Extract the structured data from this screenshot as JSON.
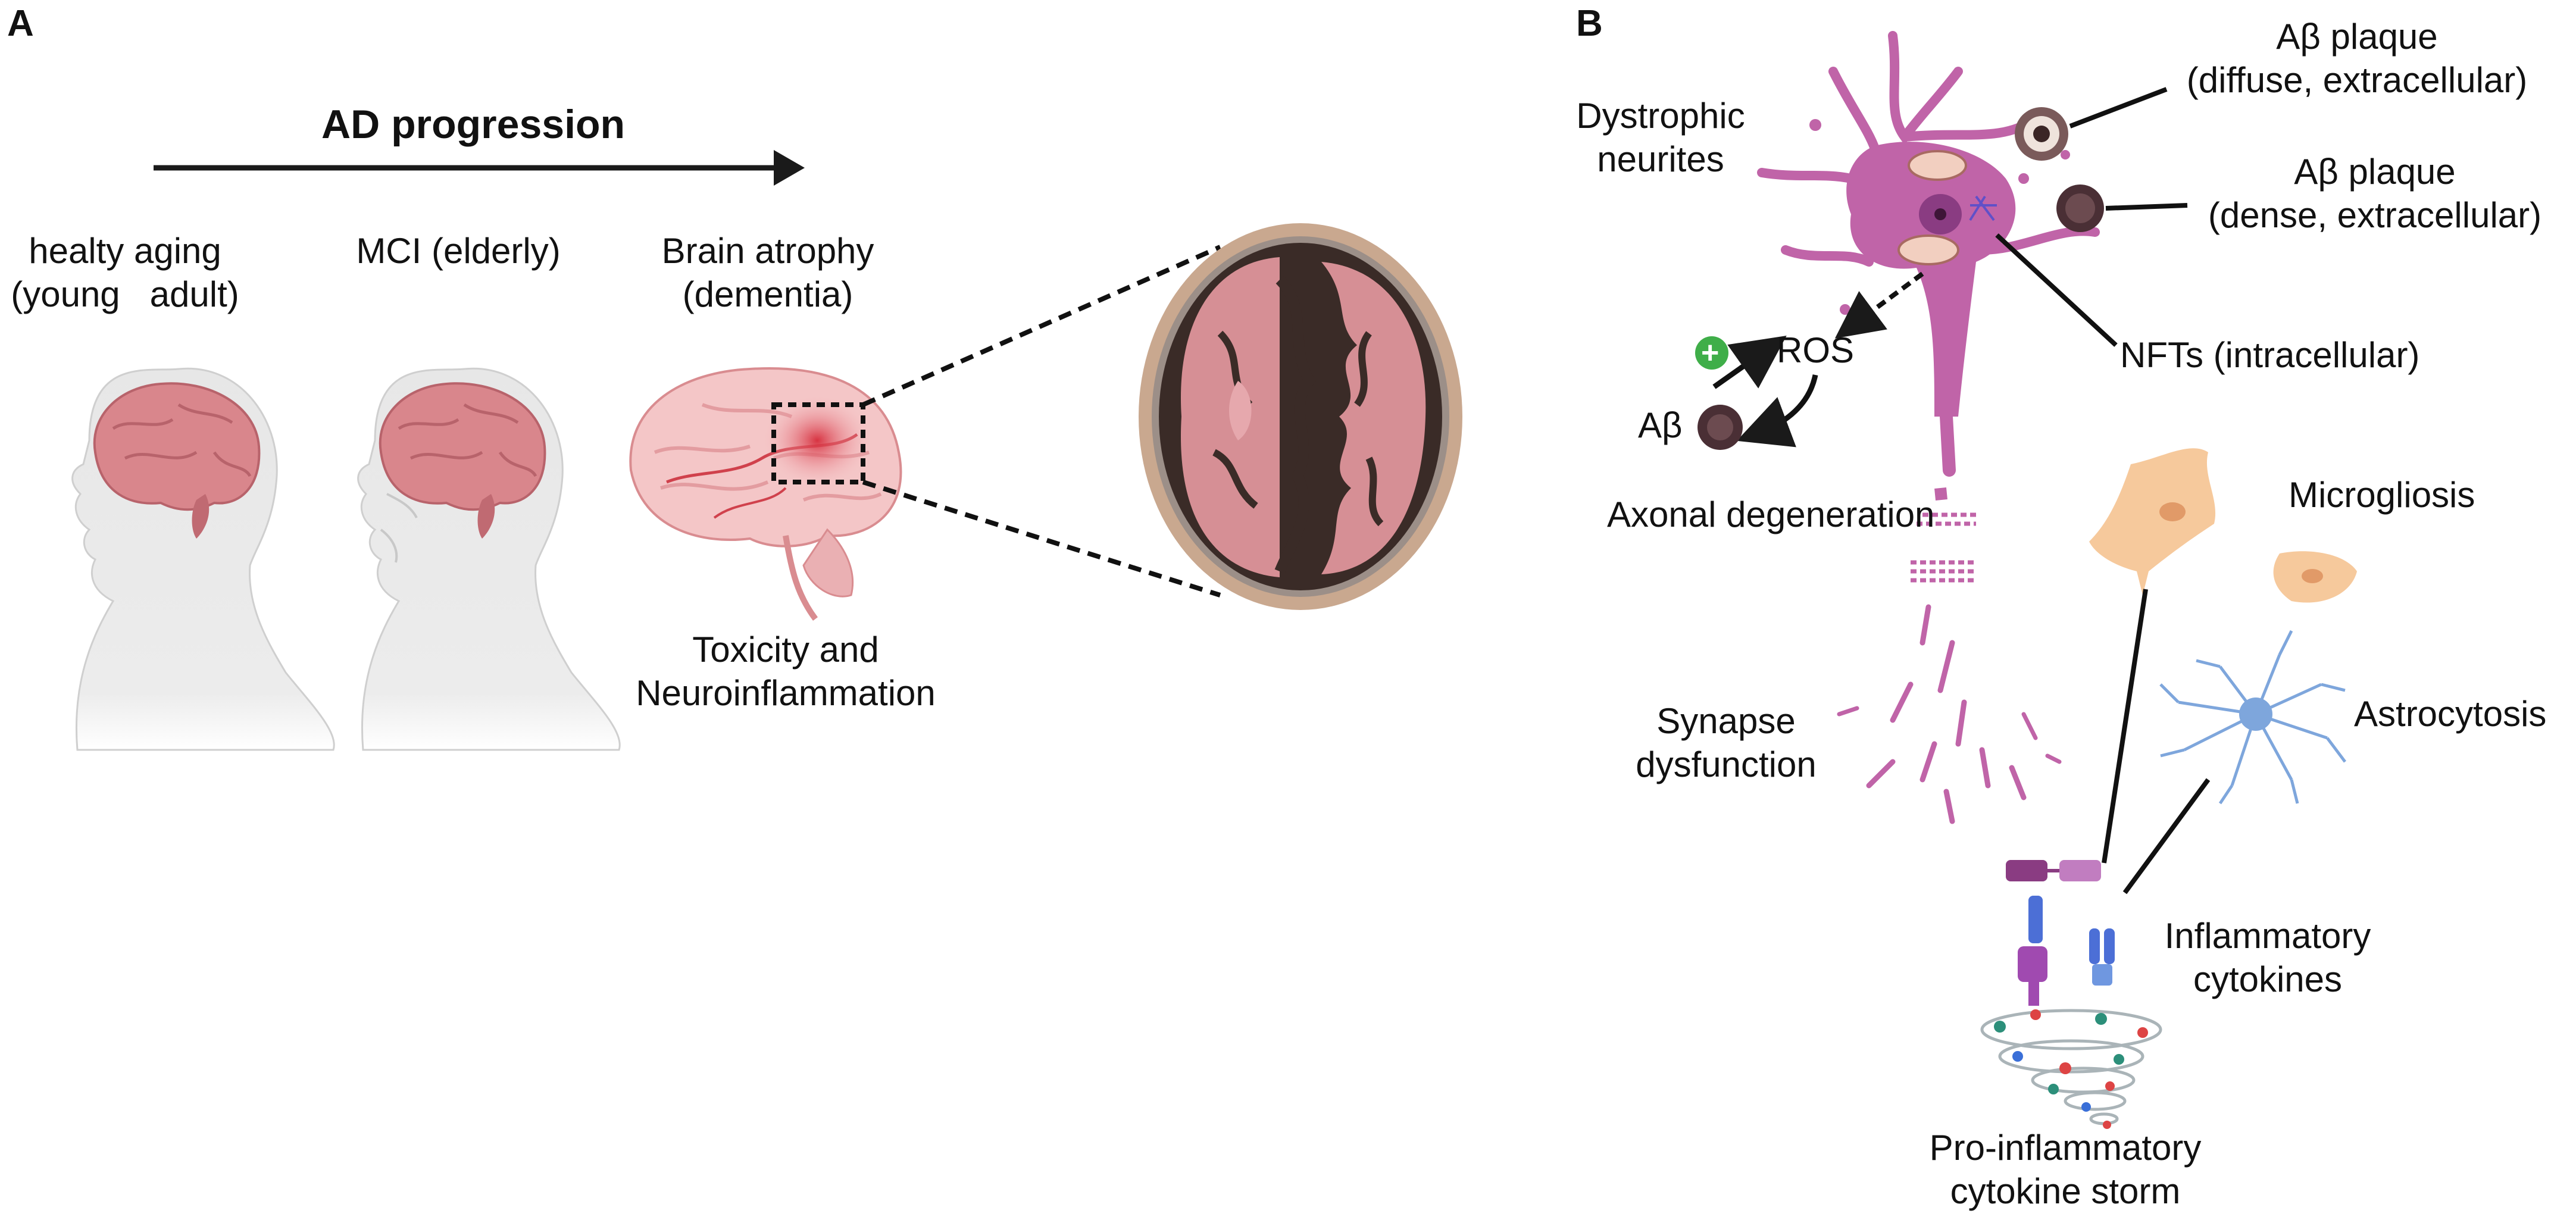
{
  "panel_a": {
    "letter": "A",
    "progression_title": "AD progression",
    "stages": [
      {
        "line1": "healty aging",
        "line2": "(young   adult)"
      },
      {
        "line1": "MCI (elderly)"
      },
      {
        "line1": "Brain atrophy",
        "line2": "(dementia)"
      }
    ],
    "toxicity": {
      "line1": "Toxicity and",
      "line2": "Neuroinflammation"
    }
  },
  "panel_b": {
    "letter": "B",
    "dystrophic": {
      "line1": "Dystrophic",
      "line2": "neurites"
    },
    "plaque_diffuse": {
      "line1": "Aβ plaque",
      "line2": "(diffuse, extracellular)"
    },
    "plaque_dense": {
      "line1": "Aβ plaque",
      "line2": "(dense, extracellular)"
    },
    "nfts": "NFTs (intracellular)",
    "ros": "ROS",
    "abeta": "Aβ",
    "plus": "+",
    "axonal": "Axonal degeneration",
    "microgliosis": "Microgliosis",
    "astrocytosis": "Astrocytosis",
    "synapse": {
      "line1": "Synapse",
      "line2": "dysfunction"
    },
    "cytokines": {
      "line1": "Inflammatory",
      "line2": "cytokines"
    },
    "storm": {
      "line1": "Pro-inflammatory",
      "line2": "cytokine storm"
    }
  },
  "colors": {
    "brain": "#d9868c",
    "brain_dark": "#b8636b",
    "head": "#e9e9e9",
    "neuron": "#c064a8",
    "microglia": "#f6c99c",
    "astrocyte": "#7ea6dc",
    "scan_ring": "#c9a88f",
    "scan_dark": "#3a2b27"
  }
}
